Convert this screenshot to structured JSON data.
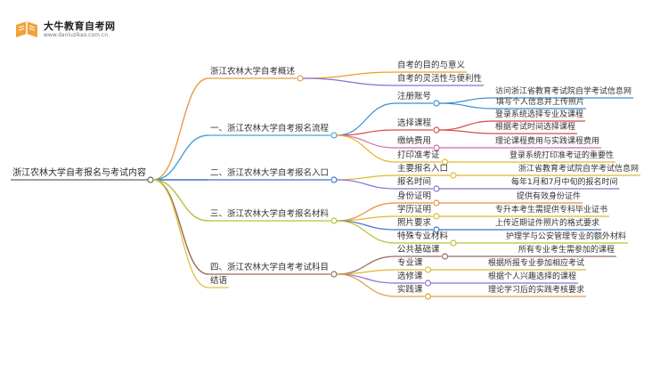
{
  "brand": {
    "title": "大牛教育自考网",
    "url": "www.daniuzikao.com.cn"
  },
  "mindmap": {
    "root": "浙江农林大学自考报名与考试内容",
    "branches": [
      {
        "label": "浙江农林大学自考概述",
        "color": "#e89a4a",
        "children": [
          {
            "label": "自考的目的与意义",
            "color": "#e3a22a",
            "children": []
          },
          {
            "label": "自考的灵活性与便利性",
            "color": "#8a6fd1",
            "children": []
          }
        ]
      },
      {
        "label": "一、浙江农林大学自考报名流程",
        "color": "#4aa3d8",
        "children": [
          {
            "label": "注册账号",
            "color": "#3b8ed0",
            "children": [
              "访问浙江省教育考试院自学考试信息网",
              "填写个人信息并上传照片"
            ]
          },
          {
            "label": "选择课程",
            "color": "#d84a4a",
            "children": [
              "登录系统选择专业及课程",
              "根据考试时间选择课程"
            ]
          },
          {
            "label": "缴纳费用",
            "color": "#d06aa8",
            "children": [
              "理论课程费用与实践课程费用"
            ]
          },
          {
            "label": "打印准考证",
            "color": "#e0b830",
            "children": [
              "登录系统打印准考证的重要性"
            ]
          }
        ]
      },
      {
        "label": "二、浙江农林大学自考报名入口",
        "color": "#3b73c4",
        "children": [
          {
            "label": "主要报名入口",
            "color": "#e0b830",
            "children": [
              "浙江省教育考试院自学考试信息网"
            ]
          },
          {
            "label": "报名时间",
            "color": "#8a6fd1",
            "children": [
              "每年1月和7月中旬的报名时间"
            ]
          }
        ]
      },
      {
        "label": "三、浙江农林大学自考报名材料",
        "color": "#b6c23a",
        "children": [
          {
            "label": "身份证明",
            "color": "#e8903a",
            "children": [
              "提供有效身份证件"
            ]
          },
          {
            "label": "学历证明",
            "color": "#e0b830",
            "children": [
              "专升本考生需提供专科毕业证书"
            ]
          },
          {
            "label": "照片要求",
            "color": "#3b73c4",
            "children": [
              "上传近期证件照片的格式要求"
            ]
          },
          {
            "label": "特殊专业材料",
            "color": "#b6c23a",
            "children": [
              "护理学与公安管理专业的额外材料"
            ]
          }
        ]
      },
      {
        "label": "四、浙江农林大学自考考试科目",
        "color": "#9a6a5a",
        "children": [
          {
            "label": "公共基础课",
            "color": "#9a6a5a",
            "children": [
              "所有专业考生需参加的课程"
            ]
          },
          {
            "label": "专业课",
            "color": "#e0b830",
            "children": [
              "根据所报专业参加相应考试"
            ]
          },
          {
            "label": "选修课",
            "color": "#8a6fd1",
            "children": [
              "根据个人兴趣选择的课程"
            ]
          },
          {
            "label": "实践课",
            "color": "#e0a040",
            "children": [
              "理论学习后的实践考核要求"
            ]
          }
        ]
      },
      {
        "label": "结语",
        "color": "#d8c84a",
        "children": []
      }
    ]
  }
}
